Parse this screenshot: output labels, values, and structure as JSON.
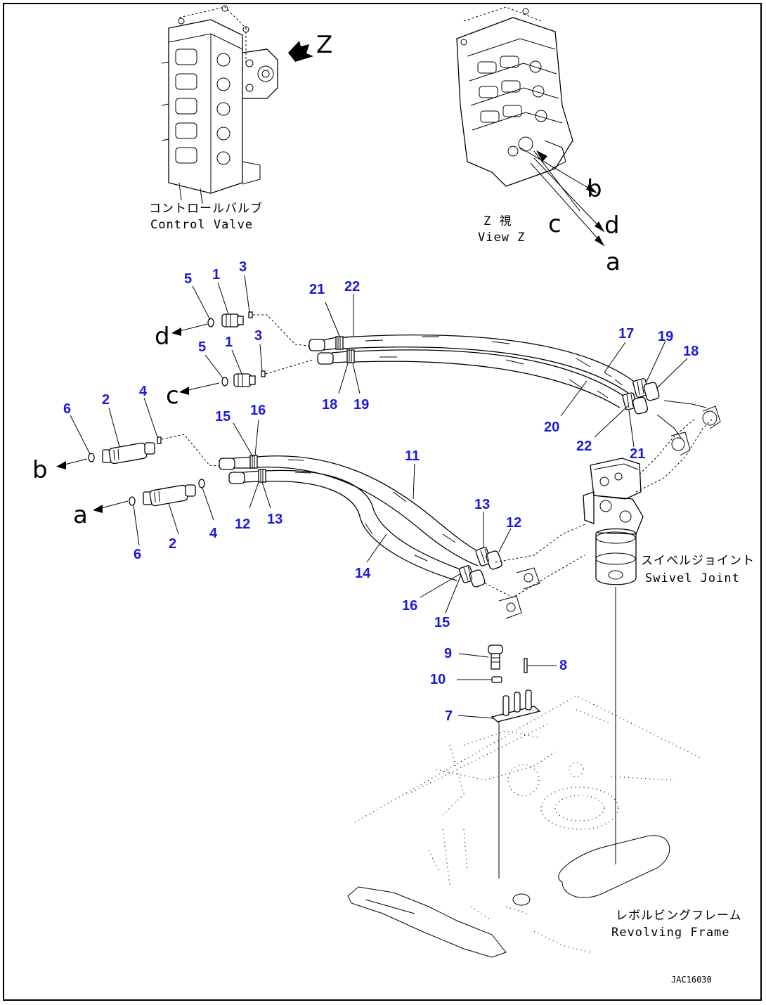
{
  "view_letter": "Z",
  "control_valve": {
    "jp": "コントロールバルブ",
    "en": "Control Valve"
  },
  "view_z": {
    "jp": "Z 視",
    "en": "View Z"
  },
  "swivel_joint": {
    "jp": "スイベルジョイント",
    "en": "Swivel Joint"
  },
  "revolving_frame": {
    "jp": "レボルビングフレーム",
    "en": "Revolving Frame"
  },
  "drawing_code": "JAC16030",
  "port_letters": {
    "a": "a",
    "b": "b",
    "c": "c",
    "d": "d"
  },
  "callouts": {
    "c1": "1",
    "c2": "2",
    "c3": "3",
    "c4": "4",
    "c5": "5",
    "c6": "6",
    "c7": "7",
    "c8": "8",
    "c9": "9",
    "c10": "10",
    "c11": "11",
    "c12": "12",
    "c13": "13",
    "c14": "14",
    "c15": "15",
    "c16": "16",
    "c17": "17",
    "c18": "18",
    "c19": "19",
    "c20": "20",
    "c21": "21",
    "c22": "22"
  }
}
